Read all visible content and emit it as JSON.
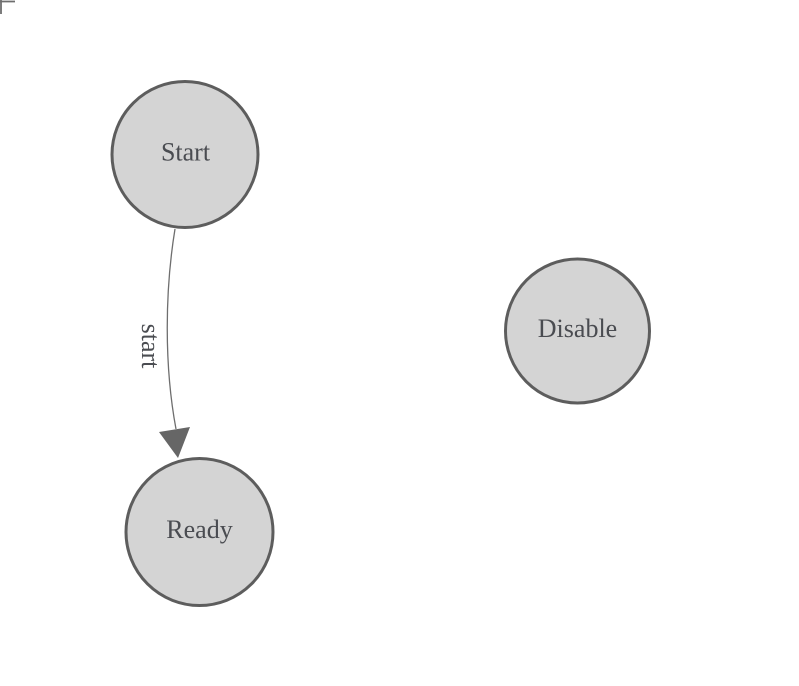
{
  "diagram": {
    "background_color": "#ffffff",
    "corner_mark": {
      "color": "#6e6e6e"
    },
    "nodes": [
      {
        "id": "start",
        "label": "Start",
        "fill": "#d4d4d4",
        "stroke": "#5d5d5d",
        "text_color": "#4a4c51"
      },
      {
        "id": "ready",
        "label": "Ready",
        "fill": "#d4d4d4",
        "stroke": "#5d5d5d",
        "text_color": "#4a4c51"
      },
      {
        "id": "disable",
        "label": "Disable",
        "fill": "#d4d4d4",
        "stroke": "#5d5d5d",
        "text_color": "#4a4c51"
      }
    ],
    "edges": [
      {
        "from": "start",
        "to": "ready",
        "label": "start",
        "line_color": "#6e6e6e",
        "arrow_color": "#666666",
        "label_color": "#4a4c51"
      }
    ]
  }
}
